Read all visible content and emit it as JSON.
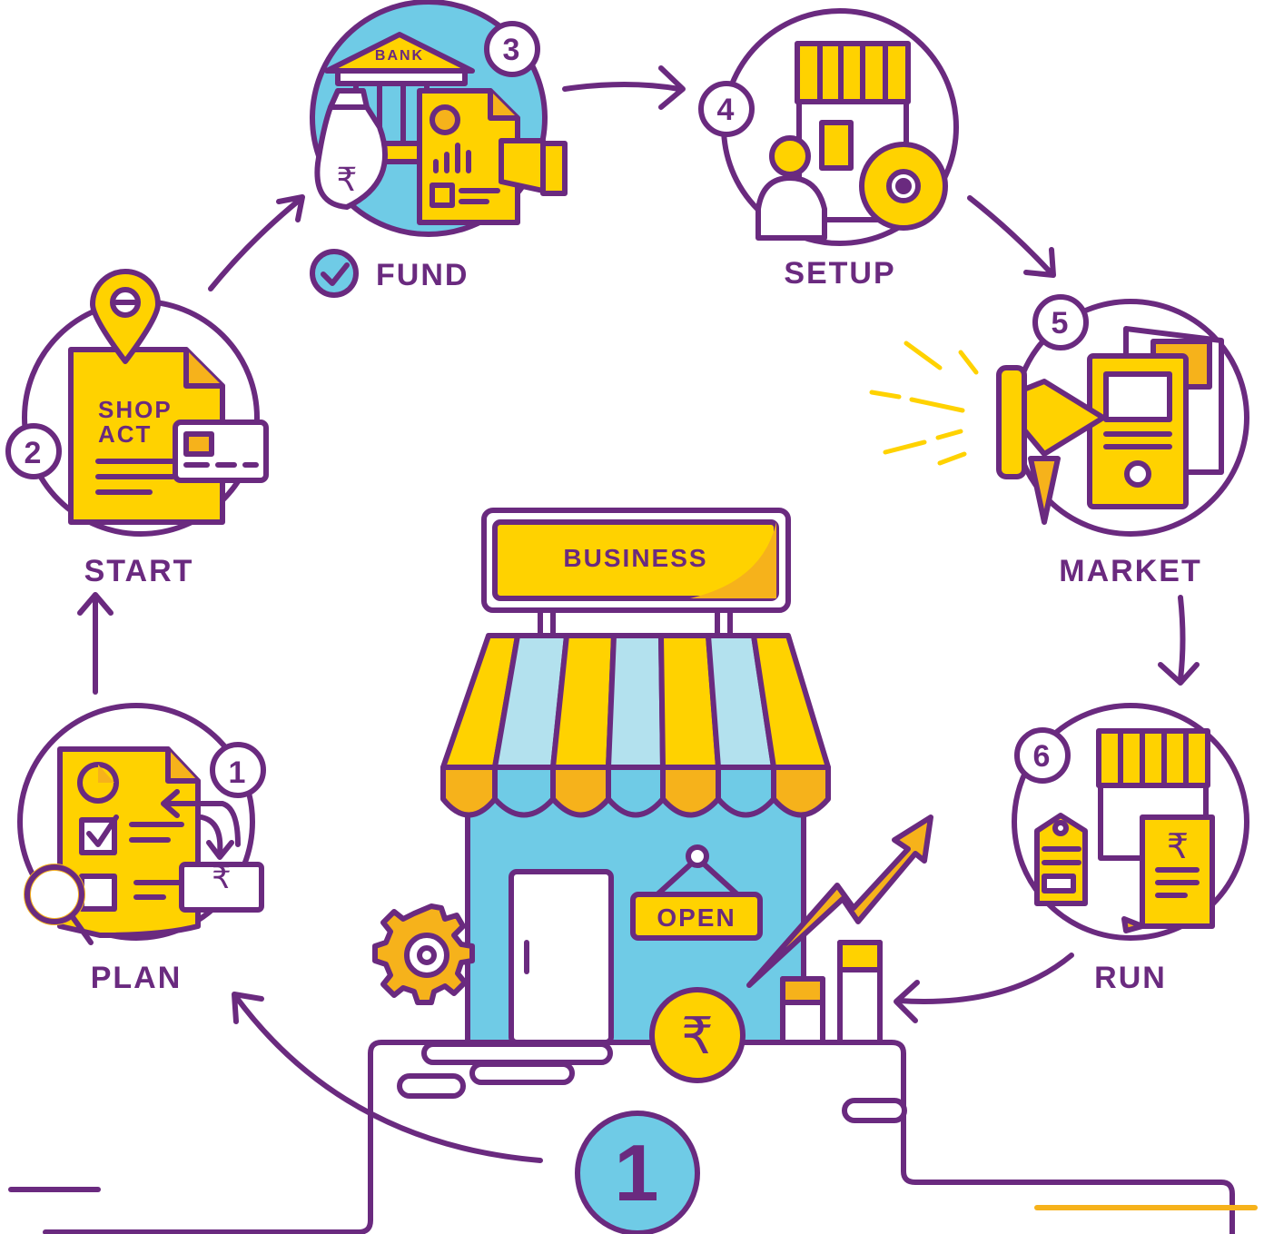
{
  "stages": [
    {
      "number": "1",
      "label": "PLAN"
    },
    {
      "number": "2",
      "label": "START",
      "doc_line1": "SHOP",
      "doc_line2": "ACT"
    },
    {
      "number": "3",
      "label": "FUND",
      "bank": "BANK"
    },
    {
      "number": "4",
      "label": "SETUP"
    },
    {
      "number": "5",
      "label": "MARKET"
    },
    {
      "number": "6",
      "label": "RUN"
    }
  ],
  "center": {
    "sign": "BUSINESS",
    "door_sign": "OPEN",
    "step_badge": "1",
    "currency": "₹"
  },
  "colors": {
    "purple": "#6a2a7f",
    "yellow": "#ffd200",
    "orange": "#f6b21b",
    "blue": "#6fcbe6",
    "light_blue": "#b3e1ee"
  }
}
